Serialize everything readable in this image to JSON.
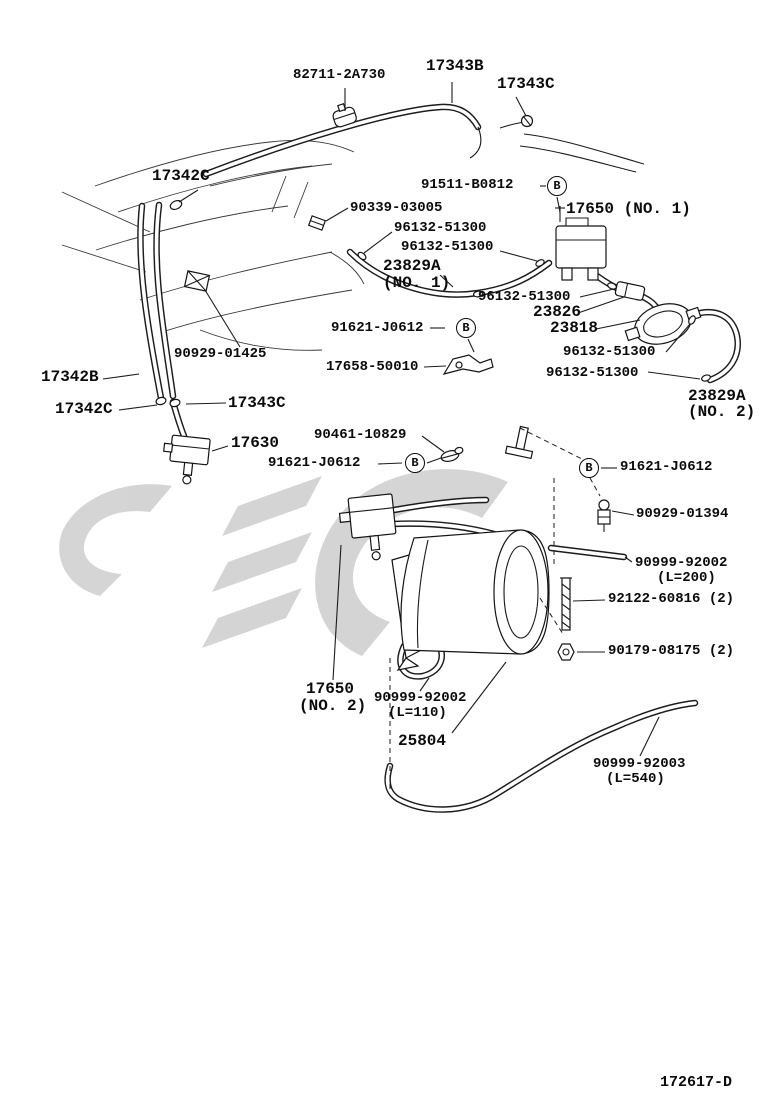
{
  "figure": {
    "type": "parts-diagram",
    "topic": "vacuum piping",
    "drawing_number": "172617-D",
    "marker_b": "B",
    "labels": {
      "p82711": "82711-2A730",
      "p17343b": "17343B",
      "p17343c": "17343C",
      "p17342c": "17342C",
      "p91511": "91511-B0812",
      "p90339": "90339-03005",
      "p96132": "96132-51300",
      "p17650no1": "17650 (NO. 1)",
      "p23829a": "23829A",
      "no1": "(NO. 1)",
      "no2": "(NO. 2)",
      "p23826": "23826",
      "p23818": "23818",
      "p91621": "91621-J0612",
      "p90929_01425": "90929-01425",
      "p17658": "17658-50010",
      "p17342b": "17342B",
      "p17630": "17630",
      "p90461": "90461-10829",
      "p90929_01394": "90929-01394",
      "p90999_92002": "90999-92002",
      "l200": "(L=200)",
      "p92122": "92122-60816 (2)",
      "p90179": "90179-08175 (2)",
      "p17650": "17650",
      "l110": "(L=110)",
      "p25804": "25804",
      "p90999_92003": "90999-92003",
      "l540": "(L=540)"
    }
  }
}
